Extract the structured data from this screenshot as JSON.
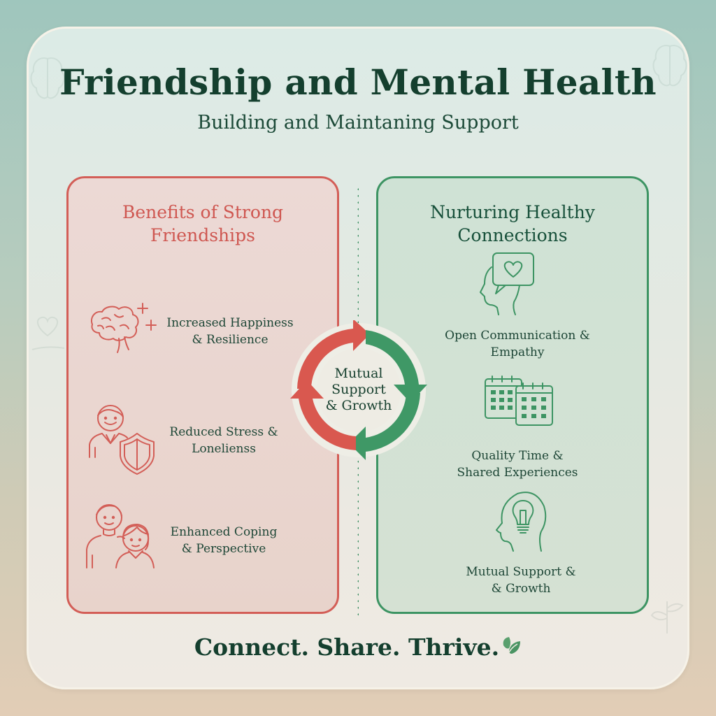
{
  "header": {
    "title": "Friendship and Mental Health",
    "subtitle": "Building and Maintaning Support"
  },
  "left_panel": {
    "title_line1": "Benefits of Strong",
    "title_line2": "Friendships",
    "accent_color": "#d35e57",
    "items": [
      {
        "icon": "brain-sparkle-icon",
        "line1": "Increased Happiness",
        "line2": "& Resilience"
      },
      {
        "icon": "person-shield-icon",
        "line1": "Reduced Stress &",
        "line2": "Lonelienss"
      },
      {
        "icon": "two-people-icon",
        "line1": "Enhanced Coping",
        "line2": "& Perspective"
      }
    ]
  },
  "right_panel": {
    "title_line1": "Nurturing Healthy",
    "title_line2": "Connections",
    "accent_color": "#3d9463",
    "items": [
      {
        "icon": "head-heart-speech-icon",
        "line1": "Open Communication &",
        "line2": "Empathy"
      },
      {
        "icon": "calendars-icon",
        "line1": "Quality Time &",
        "line2": "Shared Experiences"
      },
      {
        "icon": "head-lightbulb-icon",
        "line1": "Mutual Support &",
        "line2": "& Growth"
      }
    ]
  },
  "center_cycle": {
    "line1": "Mutual",
    "line2": "Support",
    "line3": "& Growth",
    "colors": {
      "red": "#d9584f",
      "green": "#3f9866"
    }
  },
  "footer": {
    "tagline": "Connect. Share. Thrive.",
    "icon": "leaf-icon"
  }
}
